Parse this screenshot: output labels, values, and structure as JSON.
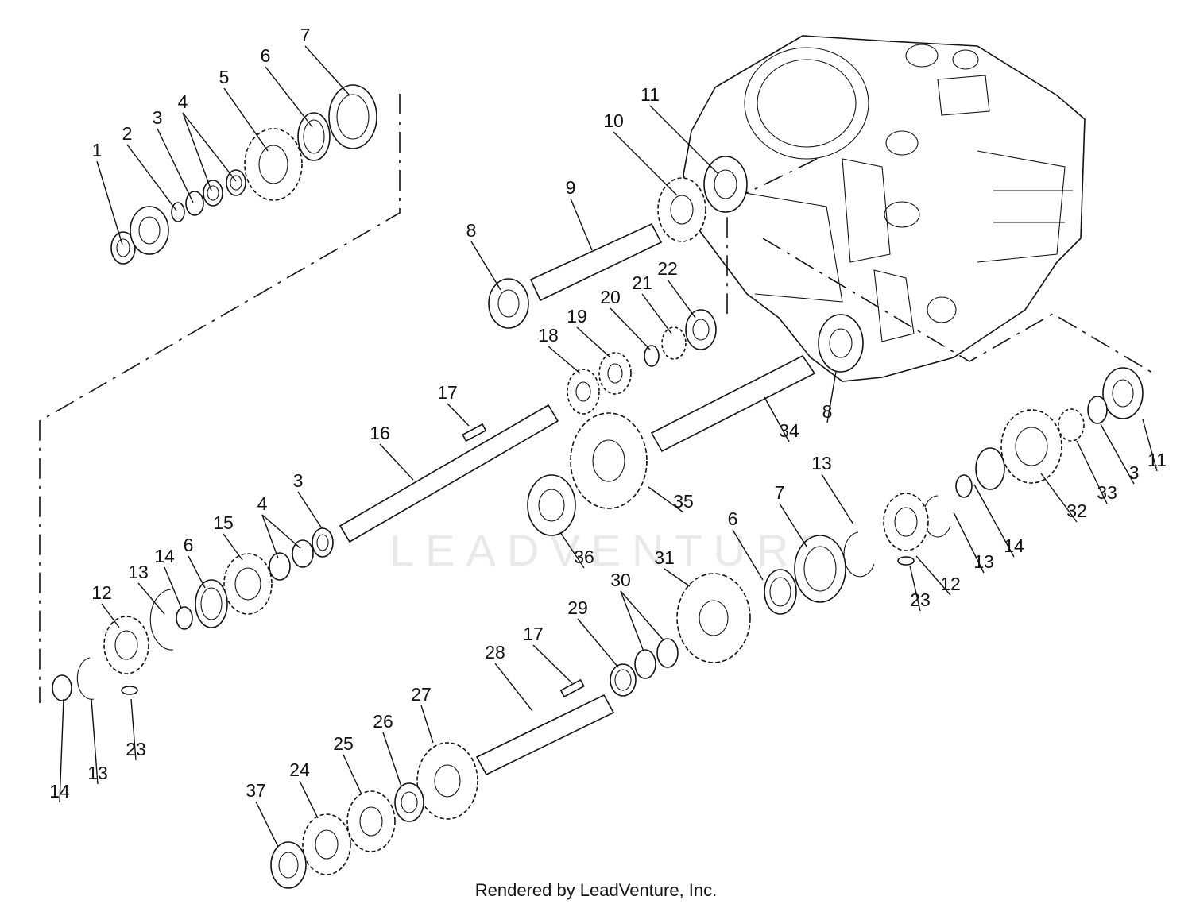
{
  "watermark": "LEADVENTURE",
  "credit": "Rendered by LeadVenture, Inc.",
  "callouts": [
    {
      "label": "1"
    },
    {
      "label": "2"
    },
    {
      "label": "3"
    },
    {
      "label": "4"
    },
    {
      "label": "5"
    },
    {
      "label": "6"
    },
    {
      "label": "7"
    },
    {
      "label": "11"
    },
    {
      "label": "10"
    },
    {
      "label": "9"
    },
    {
      "label": "8"
    },
    {
      "label": "22"
    },
    {
      "label": "21"
    },
    {
      "label": "20"
    },
    {
      "label": "19"
    },
    {
      "label": "18"
    },
    {
      "label": "17"
    },
    {
      "label": "16"
    },
    {
      "label": "3"
    },
    {
      "label": "4"
    },
    {
      "label": "15"
    },
    {
      "label": "6"
    },
    {
      "label": "14"
    },
    {
      "label": "13"
    },
    {
      "label": "12"
    },
    {
      "label": "14"
    },
    {
      "label": "13"
    },
    {
      "label": "23"
    },
    {
      "label": "34"
    },
    {
      "label": "8"
    },
    {
      "label": "11"
    },
    {
      "label": "3"
    },
    {
      "label": "33"
    },
    {
      "label": "32"
    },
    {
      "label": "14"
    },
    {
      "label": "13"
    },
    {
      "label": "12"
    },
    {
      "label": "23"
    },
    {
      "label": "13"
    },
    {
      "label": "7"
    },
    {
      "label": "6"
    },
    {
      "label": "35"
    },
    {
      "label": "36"
    },
    {
      "label": "31"
    },
    {
      "label": "30"
    },
    {
      "label": "29"
    },
    {
      "label": "17"
    },
    {
      "label": "28"
    },
    {
      "label": "27"
    },
    {
      "label": "26"
    },
    {
      "label": "25"
    },
    {
      "label": "24"
    },
    {
      "label": "37"
    }
  ]
}
